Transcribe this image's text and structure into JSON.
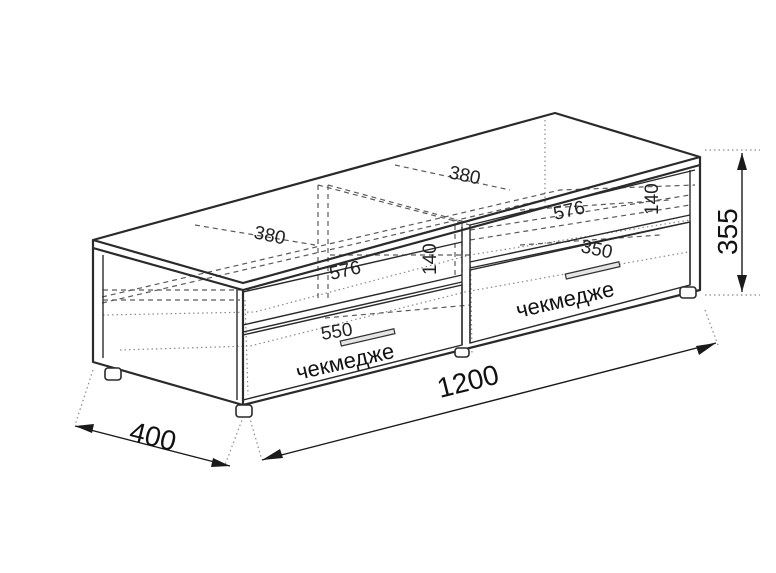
{
  "dimensions": {
    "width": "1200",
    "depth": "400",
    "height": "355"
  },
  "inner": {
    "depth_left": "380",
    "depth_right": "380",
    "width_left": "576",
    "width_right": "576",
    "shelf_height_left": "140",
    "shelf_height_right": "140",
    "drawer_width": "550",
    "drawer_depth": "350"
  },
  "drawers": {
    "left_label": "чекмедже",
    "right_label": "чекмедже"
  }
}
